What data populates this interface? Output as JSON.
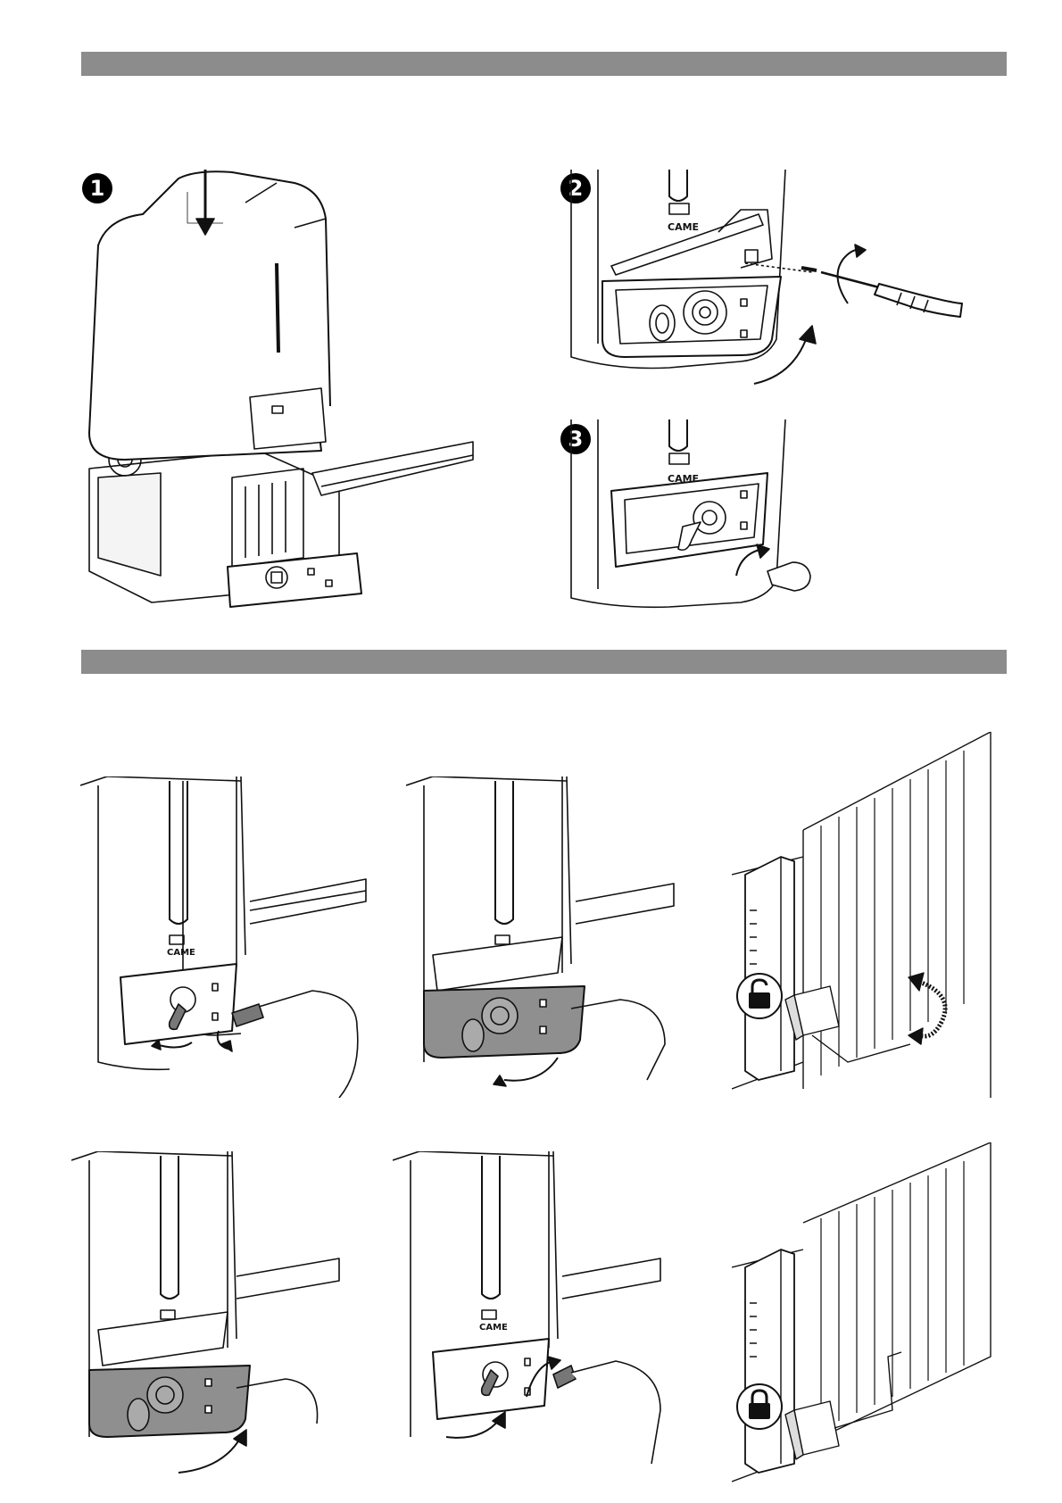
{
  "steps": [
    "1",
    "2",
    "3"
  ],
  "brand": "CAME",
  "icons": {
    "unlocked": "padlock-open-icon",
    "locked": "padlock-closed-icon"
  },
  "colors": {
    "section_bar": "#8c8c8c",
    "line": "#111111",
    "cover_fill": "#8f8f8f"
  }
}
